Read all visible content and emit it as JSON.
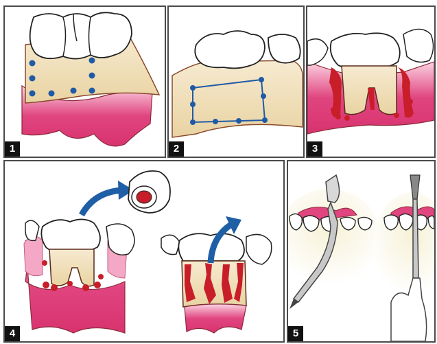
{
  "panels": [
    {
      "label": "1"
    },
    {
      "label": "2"
    },
    {
      "label": "3"
    },
    {
      "label": "4"
    },
    {
      "label": "5"
    }
  ],
  "colors": {
    "bone": "#f1dfb8",
    "gum": "#e0457f",
    "gum_light": "#f4a8c6",
    "blood": "#c81e2a",
    "marker": "#1f5aa6",
    "arrow": "#1f5fa6",
    "outline": "#5a2a1a"
  }
}
